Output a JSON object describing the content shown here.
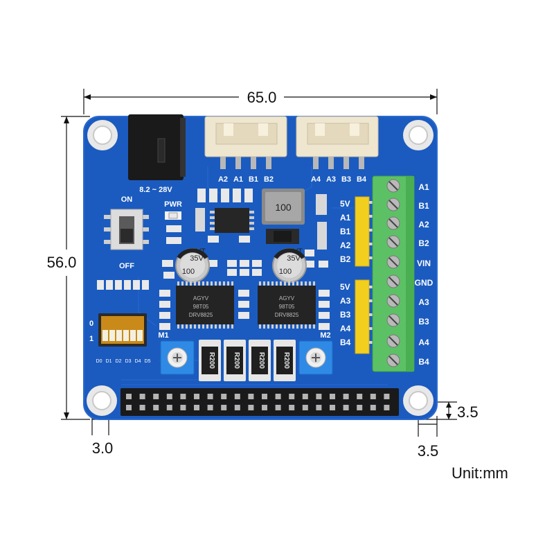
{
  "dimensions": {
    "width": "65.0",
    "height": "56.0",
    "hole_offset_left": "3.0",
    "hole_offset_right": "3.5",
    "hole_offset_bottom": "3.5",
    "unit": "Unit:mm"
  },
  "board": {
    "power_input": "8.2 ~ 28V",
    "switch_on": "ON",
    "switch_off": "OFF",
    "pwr_led": "PWR",
    "connector1_pins": [
      "A2",
      "A1",
      "B1",
      "B2"
    ],
    "connector2_pins": [
      "A4",
      "A3",
      "B3",
      "B4"
    ],
    "header1_pins": [
      "5V",
      "A1",
      "B1",
      "A2",
      "B2"
    ],
    "header2_pins": [
      "5V",
      "A3",
      "B3",
      "A4",
      "B4"
    ],
    "terminal_pins": [
      "A1",
      "B1",
      "A2",
      "B2",
      "VIN",
      "GND",
      "A3",
      "B3",
      "A4",
      "B4"
    ],
    "dip_states": [
      "0",
      "1"
    ],
    "dip_labels": [
      "D0",
      "D1",
      "D2",
      "D3",
      "D4",
      "D5"
    ],
    "motor1": "M1",
    "motor2": "M2",
    "resistor_label": "R200",
    "inductor_label": "100",
    "capacitor_lines": [
      "100",
      "35V",
      "VT"
    ],
    "driver_chip_lines": [
      "DRV8825",
      "98T05",
      "AGYV"
    ]
  },
  "colors": {
    "pcb": "#1b5bbf",
    "pcb_edge": "#2a6ad0",
    "terminal": "#5cc165",
    "header": "#f2cf1f",
    "connector": "#efe6cf"
  }
}
